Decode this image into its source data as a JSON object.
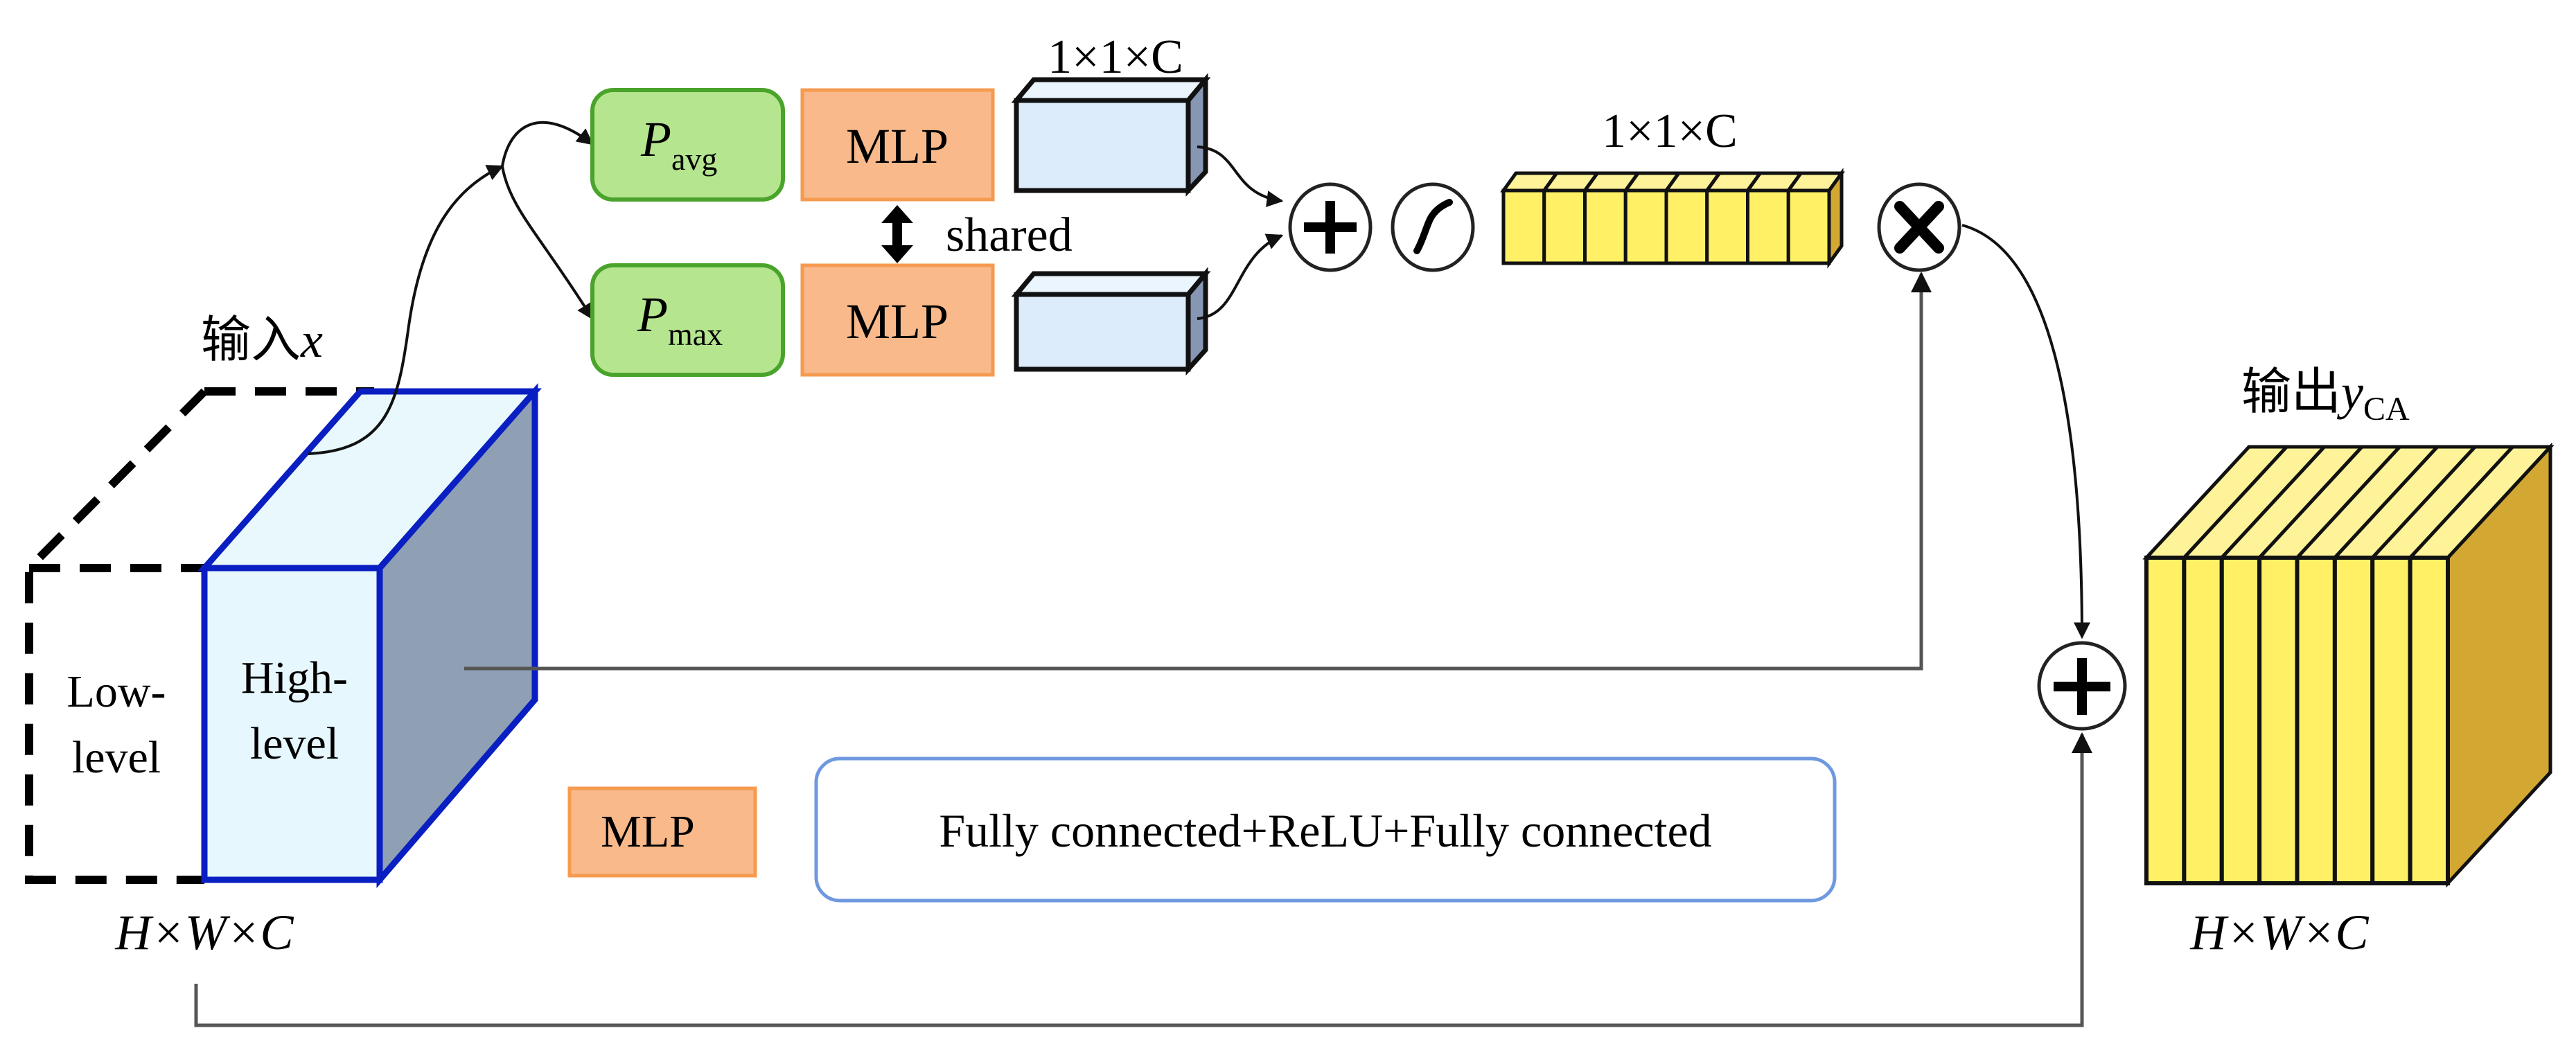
{
  "input": {
    "label_cn": "输入",
    "label_var": "x",
    "low_level_label": [
      "Low-",
      "level"
    ],
    "high_level_label": [
      "High-",
      "level"
    ],
    "dims": "H×W×C"
  },
  "pooling": {
    "avg": {
      "symbol": "P",
      "subscript": "avg"
    },
    "max": {
      "symbol": "P",
      "subscript": "max"
    }
  },
  "mlp": {
    "top_label": "MLP",
    "bottom_label": "MLP",
    "shared_label": "shared"
  },
  "pooled_vectors": {
    "dims": "1×1×C"
  },
  "operators": {
    "sum": "+",
    "sigmoid": "sigmoid",
    "multiply": "×",
    "residual_sum": "+"
  },
  "attention_vector": {
    "dims": "1×1×C",
    "channels": 8
  },
  "output": {
    "label_cn": "输出",
    "label_var": "y",
    "label_sub": "CA",
    "dims": "H×W×C",
    "channels": 8
  },
  "legend": {
    "key": "MLP",
    "description": "Fully connected+ReLU+Fully connected"
  },
  "colors": {
    "pool_fill": "#b6e58f",
    "pool_stroke": "#4aa42b",
    "mlp_fill": "#f9b98a",
    "mlp_stroke": "#f59a4e",
    "vector_fill": "#dcecfa",
    "vector_side": "#8796b3",
    "input_face": "#e6f7fd",
    "input_side": "#8fa0b4",
    "input_stroke": "#0a1fc2",
    "channel_fill": "#fff066",
    "channel_top": "#fff39a",
    "channel_side": "#d2a832",
    "legend_stroke": "#6f98e0"
  }
}
